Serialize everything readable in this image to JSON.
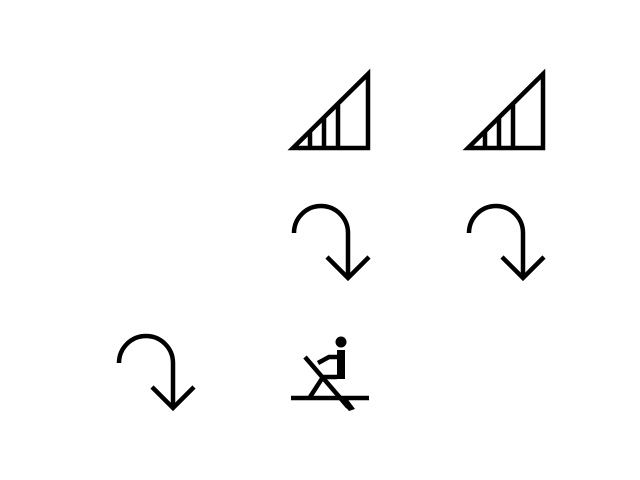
{
  "background_color": "#ffffff",
  "icon_color": "#000000",
  "grid": {
    "rows": 3,
    "columns": 3,
    "cells": [
      {
        "row": 0,
        "column": 0,
        "icon": null
      },
      {
        "row": 0,
        "column": 1,
        "icon": "signal-strength-icon"
      },
      {
        "row": 0,
        "column": 2,
        "icon": "signal-strength-icon"
      },
      {
        "row": 1,
        "column": 0,
        "icon": null
      },
      {
        "row": 1,
        "column": 1,
        "icon": "curved-arrow-down-icon"
      },
      {
        "row": 1,
        "column": 2,
        "icon": "curved-arrow-down-icon"
      },
      {
        "row": 2,
        "column": 0,
        "icon": "curved-arrow-down-icon"
      },
      {
        "row": 2,
        "column": 1,
        "icon": "rowing-person-icon"
      },
      {
        "row": 2,
        "column": 2,
        "icon": null
      }
    ]
  }
}
